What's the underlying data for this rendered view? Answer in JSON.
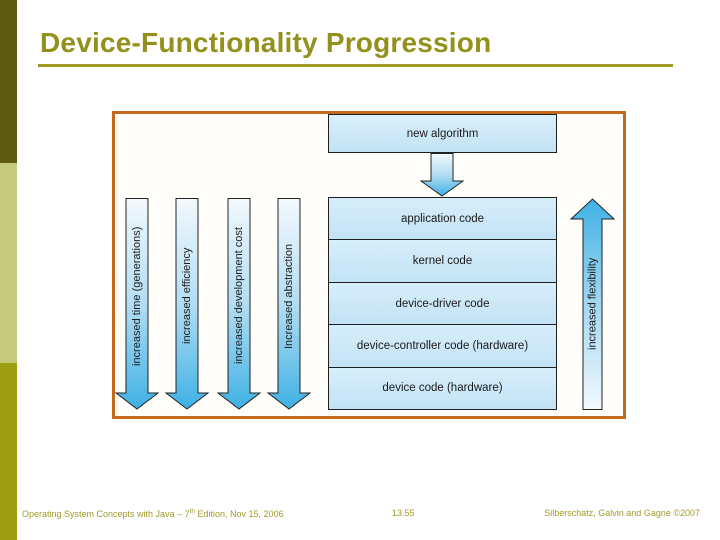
{
  "title": "Device-Functionality Progression",
  "diagram": {
    "new_algorithm": "new algorithm",
    "stack_rows": [
      "application code",
      "kernel code",
      "device-driver code",
      "device-controller code (hardware)",
      "device code (hardware)"
    ],
    "left_arrow_labels": [
      "increased time (generations)",
      "increased efficiency",
      "increased development cost",
      "Increased abstraction"
    ],
    "right_arrow_label": "increased flexibility"
  },
  "footer": {
    "book": "Operating System Concepts with Java – 7",
    "edition_superscript": "th",
    "book_suffix": " Edition, Nov 15, 2006",
    "page": "13.55",
    "authors": "Silberschatz, Galvin and Gagne ©2007"
  },
  "colors": {
    "title_olive": "#93901c",
    "accent_bar_dark": "#5e5b10",
    "accent_bar_light": "#c5ca7c",
    "accent_bar_mid": "#9d9e12",
    "frame_orange": "#c56a1c",
    "box_blue_fill": "#cde9f8",
    "arrow_blue": "#3eb1e4"
  }
}
